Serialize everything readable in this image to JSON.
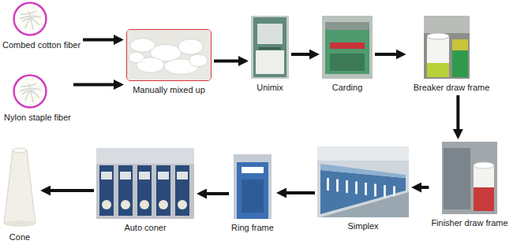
{
  "diagram": {
    "nodes": [
      {
        "text": [
          "Combed cotton fiber"
        ]
      },
      {
        "text": [
          "Nylon staple fiber"
        ]
      },
      {
        "text": [
          "Manually mixed up"
        ]
      },
      {
        "text": [
          "Unimix"
        ]
      },
      {
        "text": [
          "Carding"
        ]
      },
      {
        "text": [
          "Breaker draw frame"
        ]
      },
      {
        "text": [
          "Finisher draw frame"
        ]
      },
      {
        "text": [
          "Simplex"
        ]
      },
      {
        "text": [
          "Ring frame"
        ]
      },
      {
        "text": [
          "Auto coner"
        ]
      },
      {
        "text": [
          "Cone"
        ]
      }
    ],
    "edges": [
      {
        "from": 0,
        "to": 2,
        "arrow": "to"
      },
      {
        "from": 1,
        "to": 2,
        "arrow": "to"
      },
      {
        "from": 2,
        "to": 3,
        "arrow": "to"
      },
      {
        "from": 3,
        "to": 4,
        "arrow": "to"
      },
      {
        "from": 4,
        "to": 5,
        "arrow": "to"
      },
      {
        "from": 5,
        "to": 6,
        "arrow": "to"
      },
      {
        "from": 6,
        "to": 7,
        "arrow": "to"
      },
      {
        "from": 7,
        "to": 8,
        "arrow": "to"
      },
      {
        "from": 8,
        "to": 9,
        "arrow": "to"
      },
      {
        "from": 9,
        "to": 10,
        "arrow": "to"
      }
    ]
  }
}
